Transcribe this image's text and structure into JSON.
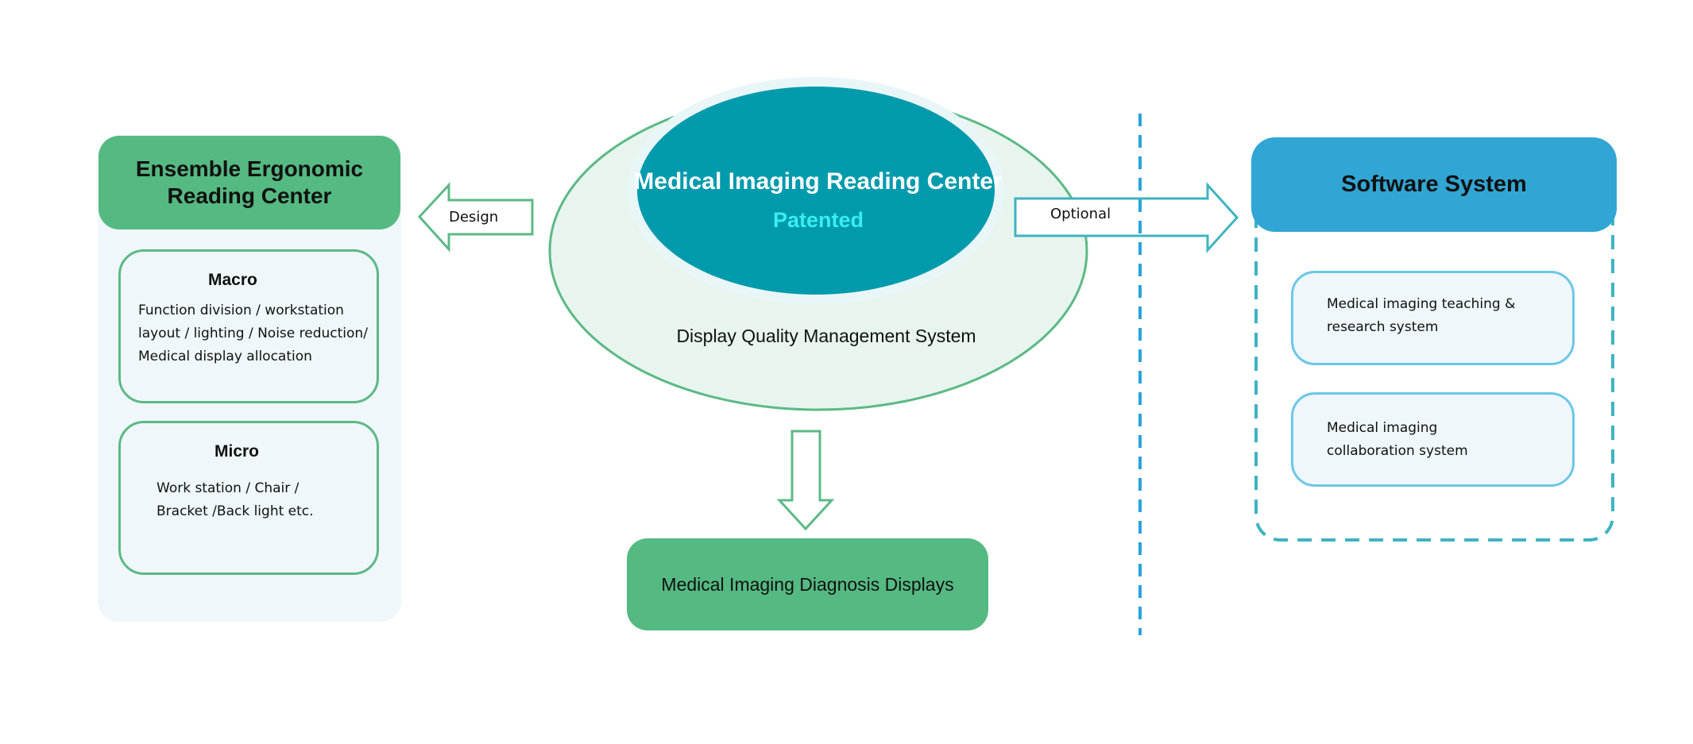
{
  "left_panel": {
    "title": "Ensemble Ergonomic Reading Center",
    "macro": {
      "title": "Macro",
      "lines": [
        "Function division / workstation",
        "layout / lighting / Noise reduction/",
        "Medical display allocation"
      ]
    },
    "micro": {
      "title": "Micro",
      "lines": [
        "Work station / Chair /",
        "Bracket /Back light etc."
      ]
    }
  },
  "center": {
    "title": "Medical Imaging Reading Center",
    "subtitle": "Patented",
    "outer_label": "Display Quality Management System",
    "bottom_box": "Medical Imaging Diagnosis Displays"
  },
  "arrows": {
    "left_label": "Design",
    "right_label": "Optional"
  },
  "right_panel": {
    "title": "Software System",
    "items": [
      {
        "lines": [
          "Medical imaging teaching &",
          "research system"
        ]
      },
      {
        "lines": [
          "Medical imaging",
          "collaboration system"
        ]
      }
    ]
  },
  "colors": {
    "green": "#55b982",
    "teal": "#009aad",
    "blue": "#31a6d4",
    "cyan_text": "#38eef2",
    "panel_bg": "#eff7fa"
  }
}
